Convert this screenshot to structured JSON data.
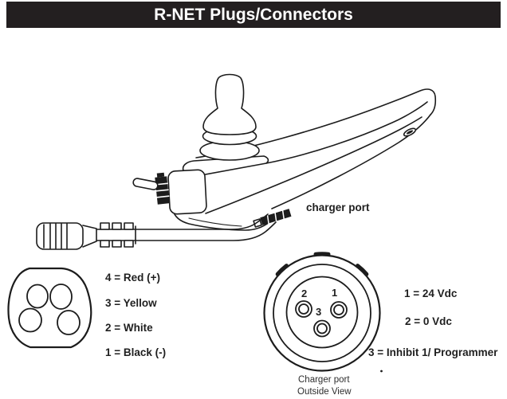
{
  "header": {
    "title": "R-NET Plugs/Connectors"
  },
  "module": {
    "charger_port_label": "charger port"
  },
  "pin_connector": {
    "pin_labels": [
      "4 = Red (+)",
      "3 = Yellow",
      "2 = White",
      "1 = Black (-)"
    ]
  },
  "charger_connector": {
    "pin_numbers": [
      "2",
      "1",
      "3"
    ],
    "pin_labels": [
      "1 = 24 Vdc",
      "2 = 0 Vdc",
      "3 = Inhibit 1/ Programmer"
    ],
    "caption": [
      "Charger port",
      "Outside View"
    ]
  },
  "colors": {
    "header_bg": "#231f20",
    "header_text": "#ffffff",
    "line": "#1c1c1c"
  }
}
